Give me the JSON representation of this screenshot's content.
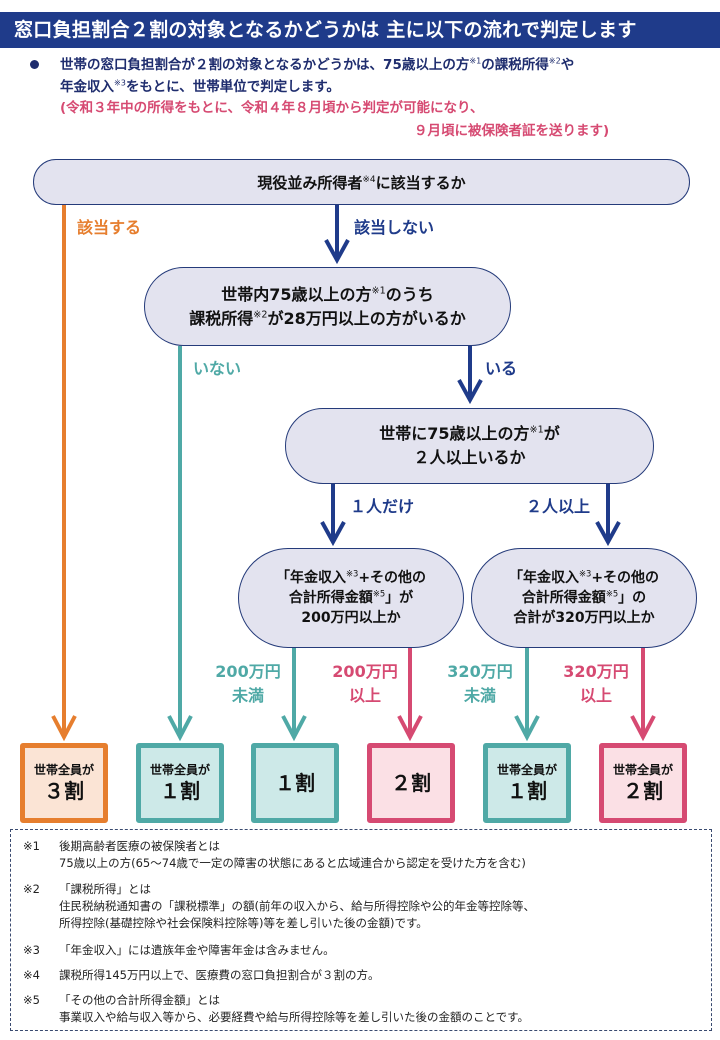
{
  "header": {
    "title": "窓口負担割合２割の対象となるかどうかは 主に以下の流れで判定します"
  },
  "intro": {
    "line1_a": "世帯の窓口負担割合が２割の対象となるかどうかは、75歳以上の方",
    "line1_sup1": "※1",
    "line1_b": "の課税所得",
    "line1_sup2": "※2",
    "line1_c": "や",
    "line2_a": "年金収入",
    "line2_sup": "※3",
    "line2_b": "をもとに、世帯単位で判定します。",
    "note_line1": "(令和３年中の所得をもとに、令和４年８月頃から判定が可能になり、",
    "note_line2": "９月頃に被保険者証を送ります)"
  },
  "colors": {
    "navy": "#1f3b8a",
    "orange": "#e67e2e",
    "teal": "#4fa9a6",
    "pink": "#d64a72",
    "pill_bg": "#e3e3ef"
  },
  "nodes": {
    "q1": {
      "a": "現役並み所得者",
      "sup": "※4",
      "b": "に該当するか"
    },
    "q2": {
      "l1a": "世帯内75歳以上の方",
      "l1sup": "※1",
      "l1b": "のうち",
      "l2a": "課税所得",
      "l2sup": "※2",
      "l2b": "が28万円以上の方がいるか"
    },
    "q3": {
      "l1a": "世帯に75歳以上の方",
      "l1sup": "※1",
      "l1b": "が",
      "l2": "２人以上いるか"
    },
    "q4": {
      "l1a": "「年金収入",
      "l1sup": "※3",
      "l1b": "+その他の",
      "l2a": "合計所得金額",
      "l2sup": "※5",
      "l2b": "」が",
      "l3": "200万円以上か"
    },
    "q5": {
      "l1a": "「年金収入",
      "l1sup": "※3",
      "l1b": "+その他の",
      "l2a": "合計所得金額",
      "l2sup": "※5",
      "l2b": "」の",
      "l3": "合計が320万円以上か"
    }
  },
  "branches": {
    "q1_yes": "該当する",
    "q1_no": "該当しない",
    "q2_no": "いない",
    "q2_yes": "いる",
    "q3_one": "１人だけ",
    "q3_two": "２人以上",
    "q4_under": [
      "200万円",
      "未満"
    ],
    "q4_over": [
      "200万円",
      "以上"
    ],
    "q5_under": [
      "320万円",
      "未満"
    ],
    "q5_over": [
      "320万円",
      "以上"
    ]
  },
  "results": [
    {
      "small": "世帯全員が",
      "big": "３割",
      "color": "orange"
    },
    {
      "small": "世帯全員が",
      "big": "１割",
      "color": "teal"
    },
    {
      "small": "",
      "big": "１割",
      "color": "teal"
    },
    {
      "small": "",
      "big": "２割",
      "color": "pink"
    },
    {
      "small": "世帯全員が",
      "big": "１割",
      "color": "teal"
    },
    {
      "small": "世帯全員が",
      "big": "２割",
      "color": "pink"
    }
  ],
  "notes": [
    {
      "mark": "※1",
      "lines": [
        "後期高齢者医療の被保険者とは",
        "75歳以上の方(65～74歳で一定の障害の状態にあると広域連合から認定を受けた方を含む)"
      ]
    },
    {
      "mark": "※2",
      "lines": [
        "「課税所得」とは",
        "住民税納税通知書の「課税標準」の額(前年の収入から、給与所得控除や公的年金等控除等、",
        "所得控除(基礎控除や社会保険料控除等)等を差し引いた後の金額)です。"
      ]
    },
    {
      "mark": "※3",
      "lines": [
        "「年金収入」には遺族年金や障害年金は含みません。"
      ]
    },
    {
      "mark": "※4",
      "lines": [
        "課税所得145万円以上で、医療費の窓口負担割合が３割の方。"
      ]
    },
    {
      "mark": "※5",
      "lines": [
        "「その他の合計所得金額」とは",
        "事業収入や給与収入等から、必要経費や給与所得控除等を差し引いた後の金額のことです。"
      ]
    }
  ]
}
